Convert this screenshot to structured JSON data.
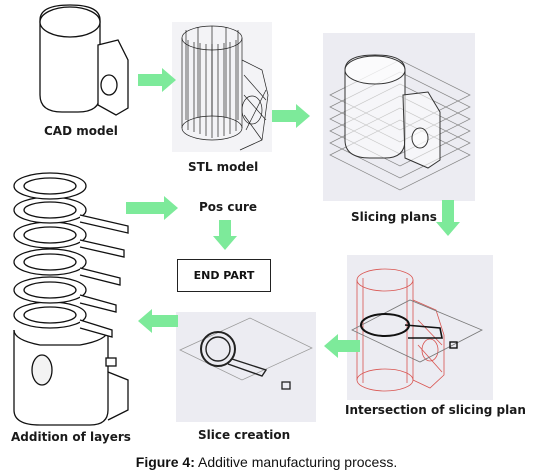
{
  "steps": {
    "cad_model": "CAD model",
    "stl_model": "STL model",
    "slicing_plans": "Slicing plans",
    "intersection": "Intersection of slicing plan",
    "slice_creation": "Slice creation",
    "addition_of_layers": "Addition of layers",
    "pos_cure": "Pos cure",
    "end_part": "END PART"
  },
  "caption": {
    "figure_label": "Figure 4:",
    "text": " Additive manufacturing process."
  },
  "colors": {
    "arrow": "#7dea9a",
    "panel": "#ececf2",
    "intersection_lines": "#d9534f"
  }
}
